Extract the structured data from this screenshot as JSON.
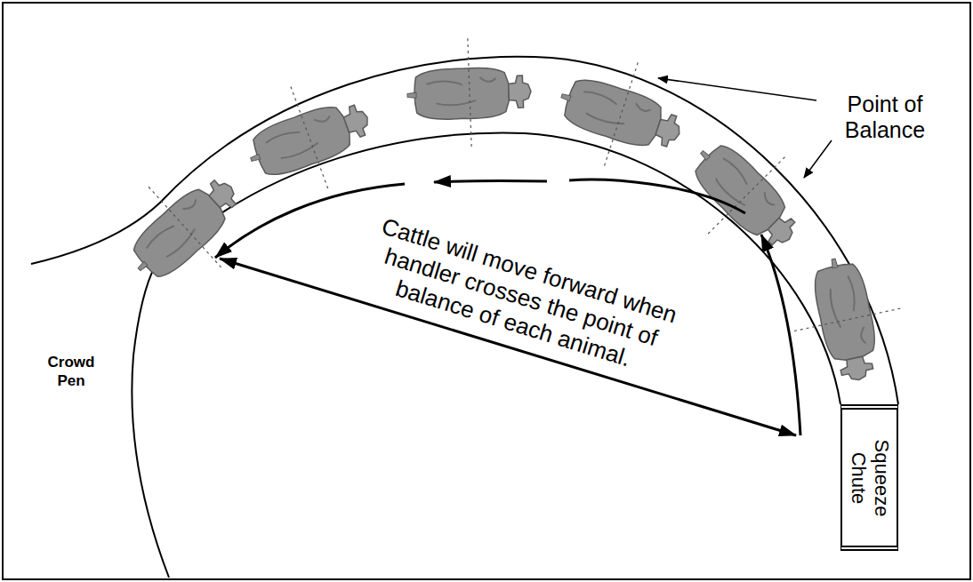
{
  "diagram": {
    "nodes": [
      {
        "text": [
          "Squeeze Chute"
        ]
      }
    ],
    "labels": [
      "Point of Balance",
      "Cattle will move forward when handler crosses the point of balance of each animal.",
      "Crowd Pen"
    ]
  }
}
